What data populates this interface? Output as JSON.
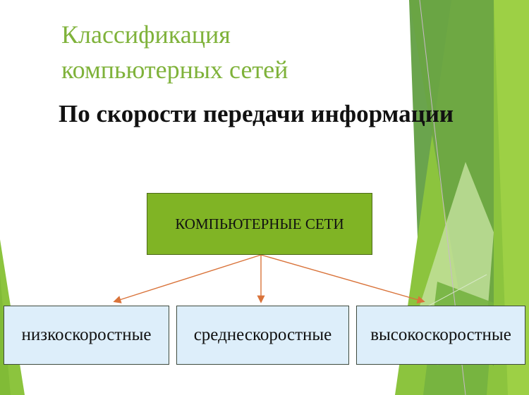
{
  "slide": {
    "title_line1": "Классификация",
    "title_line2": "компьютерных сетей",
    "subtitle": "По скорости передачи информации"
  },
  "diagram": {
    "root": "КОМПЬЮТЕРНЫЕ СЕТИ",
    "children": [
      "низкоскоростные",
      "среднескоростные",
      "высокоскоростные"
    ]
  },
  "colors": {
    "title": "#7fb23a",
    "root_fill": "#80b425",
    "leaf_fill": "#ddeefa",
    "arrow": "#d9733a"
  }
}
